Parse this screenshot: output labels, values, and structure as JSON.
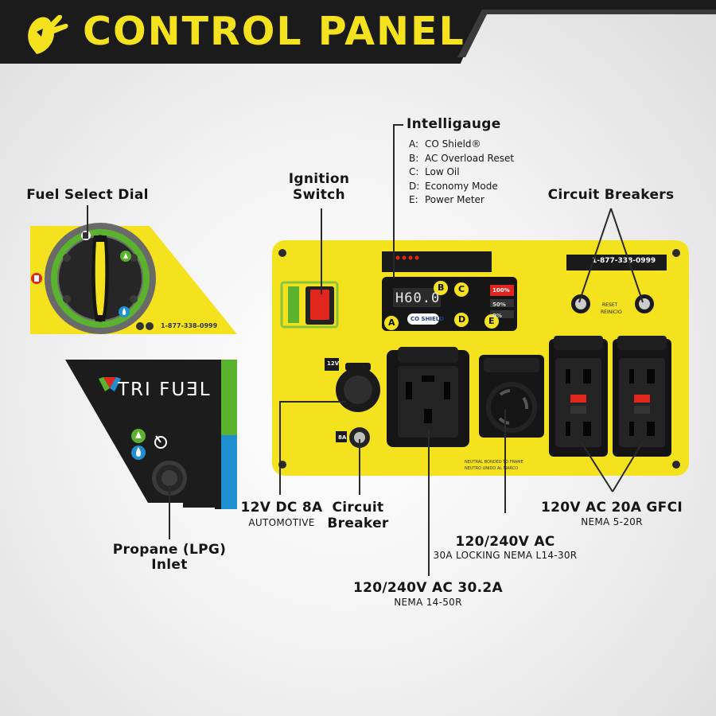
{
  "header": {
    "title": "CONTROL PANEL"
  },
  "labels": {
    "fuel_select_dial": "Fuel Select Dial",
    "ignition_switch_line1": "Ignition",
    "ignition_switch_line2": "Switch",
    "intelligauge": "Intelligauge",
    "circuit_breakers": "Circuit Breakers",
    "propane_line1": "Propane (LPG)",
    "propane_line2": "Inlet",
    "dc_outlet": "12V DC 8A",
    "dc_outlet_sub": "AUTOMOTIVE",
    "circuit_breaker_line1": "Circuit",
    "circuit_breaker_line2": "Breaker",
    "outlet_l14_30": "120/240V AC",
    "outlet_l14_30_sub": "30A LOCKING NEMA L14-30R",
    "outlet_14_50": "120/240V AC 30.2A",
    "outlet_14_50_sub": "NEMA 14-50R",
    "outlet_gfci": "120V AC 20A GFCI",
    "outlet_gfci_sub": "NEMA 5-20R"
  },
  "intelligauge_legend": [
    {
      "key": "A:",
      "text": "CO Shield®"
    },
    {
      "key": "B:",
      "text": "AC Overload Reset"
    },
    {
      "key": "C:",
      "text": "Low Oil"
    },
    {
      "key": "D:",
      "text": "Economy Mode"
    },
    {
      "key": "E:",
      "text": "Power Meter"
    }
  ],
  "panel": {
    "phone": "1-877-338-0999",
    "display_reading": "H60.0",
    "meter_levels": [
      "100%",
      "50%",
      "0%"
    ],
    "co_shield": "CO SHIELD",
    "badge_a": "A",
    "badge_b": "B",
    "badge_c": "C",
    "badge_d": "D",
    "badge_e": "E",
    "reset_label": "RESET",
    "reset_label_es": "REINICIO",
    "dc_tag": "12V",
    "breaker_tag": "8A",
    "neutral_note": "NEUTRAL BONDED TO FRAME",
    "neutral_note_es": "NEUTRO UNIDO AL MARCO"
  },
  "fuel_dial": {
    "phone": "1-877-338-0999"
  },
  "trifuel": {
    "brand": "TRI FUƎL"
  },
  "colors": {
    "yellow": "#f5e21e",
    "dark": "#1e1e1e",
    "green": "#5ab22e",
    "blue": "#1f8fd0",
    "red": "#e0261f"
  }
}
